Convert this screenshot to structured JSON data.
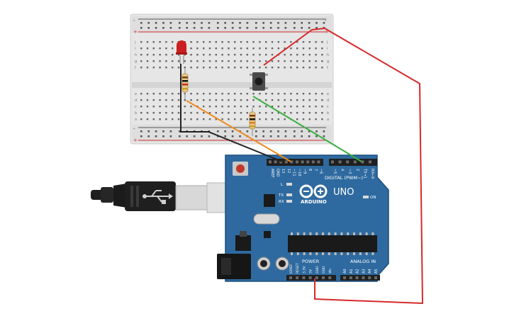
{
  "breadboard": {
    "power_rail_plus": "+",
    "power_rail_minus": "-",
    "row_letters_top": [
      "j",
      "i",
      "h",
      "g",
      "f"
    ],
    "row_letters_bottom": [
      "e",
      "d",
      "c",
      "b",
      "a"
    ],
    "column_count": 30
  },
  "arduino": {
    "brand": "ARDUINO",
    "model": "UNO",
    "digital_header": "DIGITAL (PWM~)",
    "power_header": "POWER",
    "analog_header": "ANALOG IN",
    "on_label": "ON",
    "led_l": "L",
    "led_tx": "TX",
    "led_rx": "RX",
    "digital_pins": [
      "AREF",
      "GND",
      "13",
      "12",
      "~11",
      "~10",
      "~9",
      "8",
      "7",
      "~6",
      "~5",
      "4",
      "~3",
      "2",
      "TX→1",
      "RX←0"
    ],
    "power_pins": [
      "IOREF",
      "RESET",
      "3.3V",
      "5V",
      "GND",
      "GND",
      "Vin"
    ],
    "analog_pins": [
      "A0",
      "A1",
      "A2",
      "A3",
      "A4",
      "A5"
    ]
  },
  "colors": {
    "board": "#2e6aa0",
    "board_edge": "#1f4f7a",
    "breadboard": "#e6e6e6",
    "rail_red": "#d22d2d",
    "wire_red": "#d62a2a",
    "wire_black": "#222222",
    "wire_orange": "#f08a1c",
    "wire_green": "#3cb043",
    "led": "#cc1f1f"
  },
  "icons": {
    "usb_cable": "usb-cable-icon",
    "dc_jack": "dc-jack-icon",
    "reset_button": "reset-button-icon",
    "push_button": "push-button-icon",
    "led": "red-led-icon",
    "resistor": "resistor-icon",
    "chip": "atmega-chip-icon",
    "logo": "arduino-infinity-logo"
  }
}
